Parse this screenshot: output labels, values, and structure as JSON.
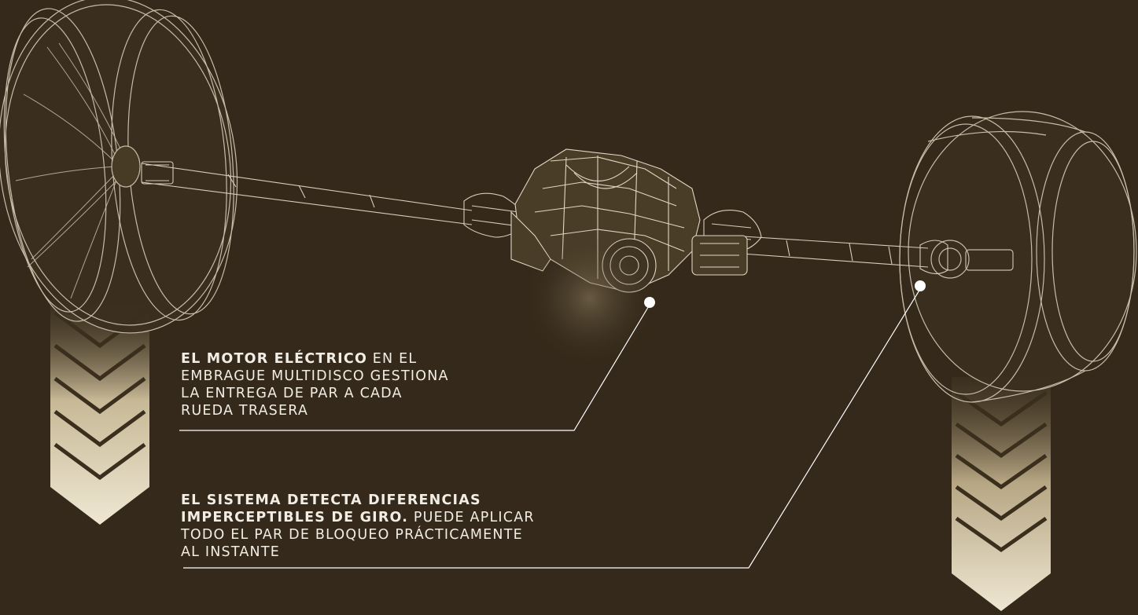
{
  "colors": {
    "background": "#34291a",
    "line": "#ffffff",
    "text": "#f2eee6",
    "wireframe": "#d8cdb8",
    "arrow_light": "#efe7d3",
    "arrow_dark": "#4a3d28"
  },
  "callouts": [
    {
      "bold": "EL MOTOR ELÉCTRICO",
      "lines": [
        "EN EL",
        "EMBRAGUE MULTIDISCO GESTIONA",
        "LA ENTREGA DE PAR A CADA",
        "RUEDA TRASERA"
      ]
    },
    {
      "bold_lines": [
        "EL SISTEMA DETECTA DIFERENCIAS",
        "IMPERCEPTIBLES DE GIRO."
      ],
      "lines": [
        "PUEDE APLICAR",
        "TODO EL PAR DE BLOQUEO PRÁCTICAMENTE",
        "AL INSTANTE"
      ]
    }
  ],
  "icons": [
    "down-chevron-arrow-left",
    "down-chevron-arrow-right",
    "rear-axle-wireframe",
    "wheel-rim-left",
    "wheel-rim-right",
    "differential-unit"
  ]
}
